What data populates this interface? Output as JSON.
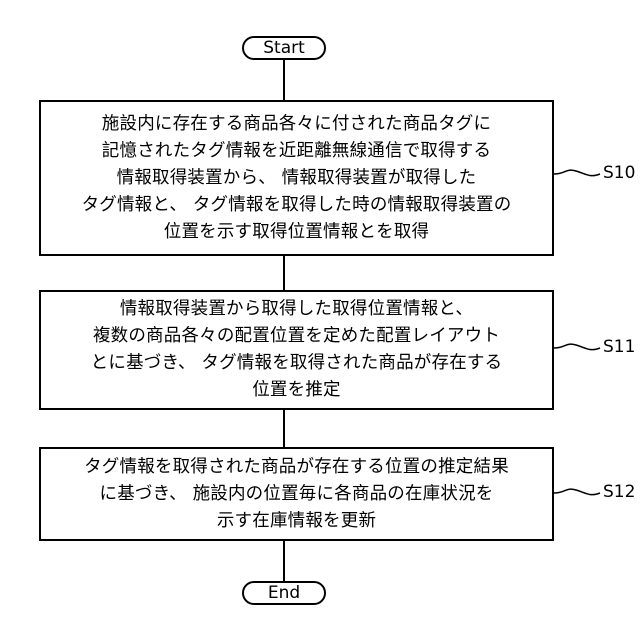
{
  "start_label": "Start",
  "end_label": "End",
  "steps": [
    {
      "label": "S10",
      "lines": [
        "施設内に存在する商品各々に付された商品タグに",
        "記憶されたタグ情報を近距離無線通信で取得する",
        "情報取得装置から、 情報取得装置が取得した",
        "タグ情報と、 タグ情報を取得した時の情報取得装置の",
        "位置を示す取得位置情報とを取得"
      ]
    },
    {
      "label": "S11",
      "lines": [
        "情報取得装置から取得した取得位置情報と、",
        "複数の商品各々の配置位置を定めた配置レイアウト",
        "とに基づき、 タグ情報を取得された商品が存在する",
        "位置を推定"
      ]
    },
    {
      "label": "S12",
      "lines": [
        "タグ情報を取得された商品が存在する位置の推定結果",
        "に基づき、 施設内の位置毎に各商品の在庫状況を",
        "示す在庫情報を更新"
      ]
    }
  ]
}
